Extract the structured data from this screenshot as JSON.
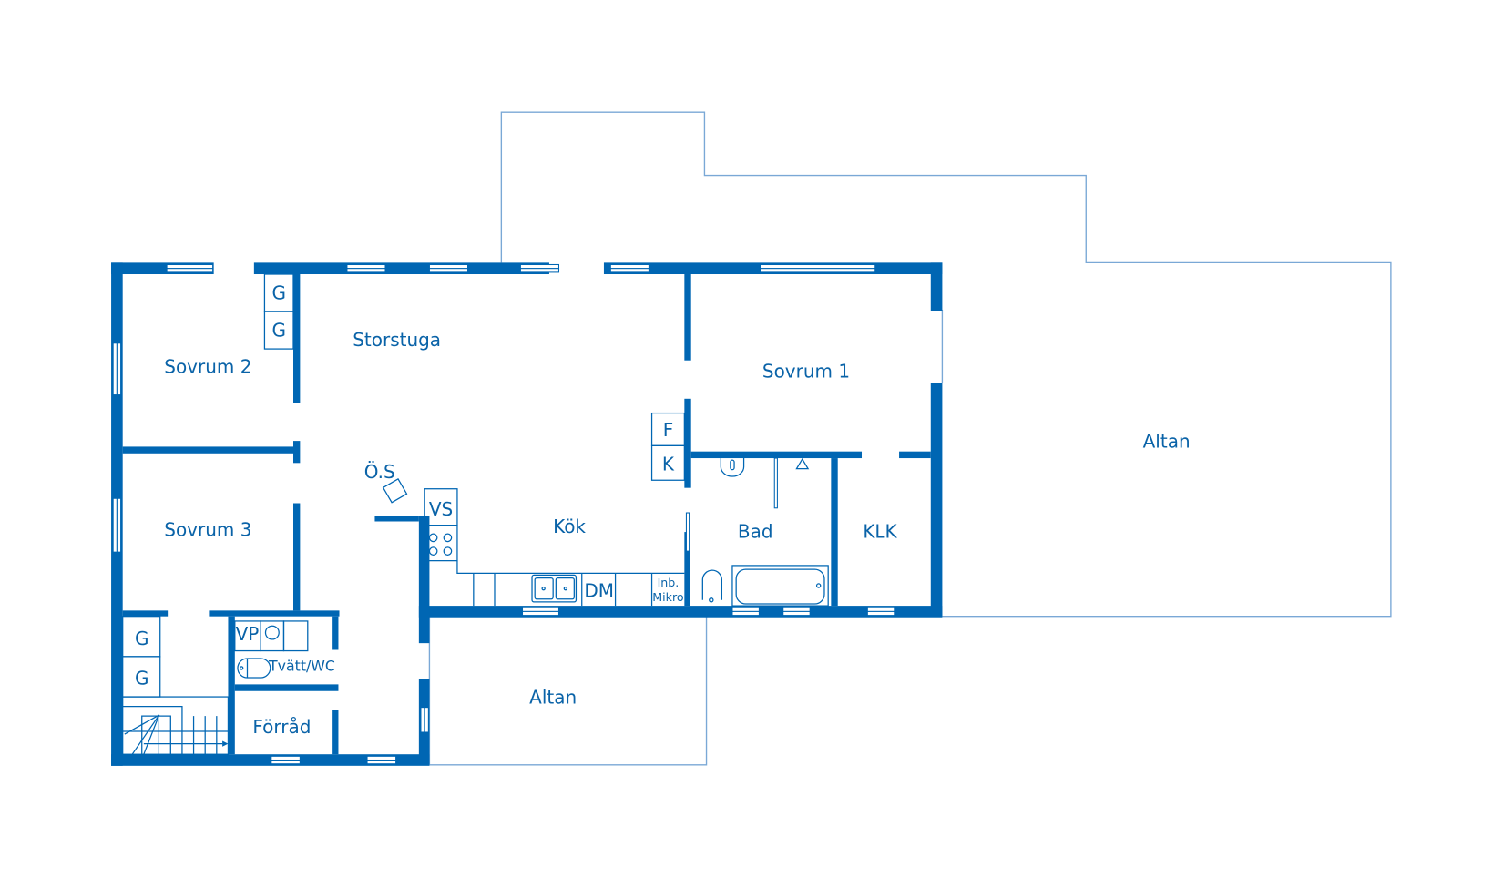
{
  "plan": {
    "colors": {
      "wall": "#0066b3",
      "outline": "#7aa8d6",
      "text": "#0a63a8",
      "background": "#ffffff"
    },
    "rooms": {
      "sovrum2": "Sovrum 2",
      "storstuga": "Storstuga",
      "sovrum1": "Sovrum 1",
      "sovrum3": "Sovrum 3",
      "kok": "Kök",
      "bad": "Bad",
      "klk": "KLK",
      "altan_east": "Altan",
      "altan_south": "Altan",
      "forrad": "Förråd",
      "tvatt_wc": "Tvätt/WC"
    },
    "fixtures": {
      "g1": "G",
      "g2": "G",
      "g3": "G",
      "g4": "G",
      "f": "F",
      "k": "K",
      "vs": "VS",
      "os": "Ö.S",
      "dm": "DM",
      "inb": "Inb.",
      "mikro": "Mikro",
      "vp": "VP"
    }
  }
}
